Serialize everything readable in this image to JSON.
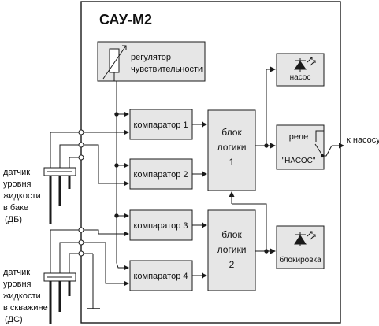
{
  "title": "САУ-М2",
  "regulator": {
    "line1": "регулятор",
    "line2": "чувствительности"
  },
  "comparators": [
    "компаратор 1",
    "компаратор 2",
    "компаратор 3",
    "компаратор 4"
  ],
  "logic_blocks": [
    {
      "line1": "блок",
      "line2": "логики",
      "line3": "1"
    },
    {
      "line1": "блок",
      "line2": "логики",
      "line3": "2"
    }
  ],
  "outputs": {
    "pump_indicator": "насос",
    "relay_line1": "реле",
    "relay_line2": "\"НАСОС\"",
    "to_pump": "к насосу",
    "block_indicator": "блокировка"
  },
  "sensors": {
    "tank": [
      "датчик",
      "уровня",
      "жидкости",
      "в баке",
      "(ДБ)"
    ],
    "well": [
      "датчик",
      "уровня",
      "жидкости",
      "в скважине",
      "(ДС)"
    ]
  },
  "colors": {
    "block_fill": "#e6e6e6",
    "stroke": "#1a1a1a"
  }
}
